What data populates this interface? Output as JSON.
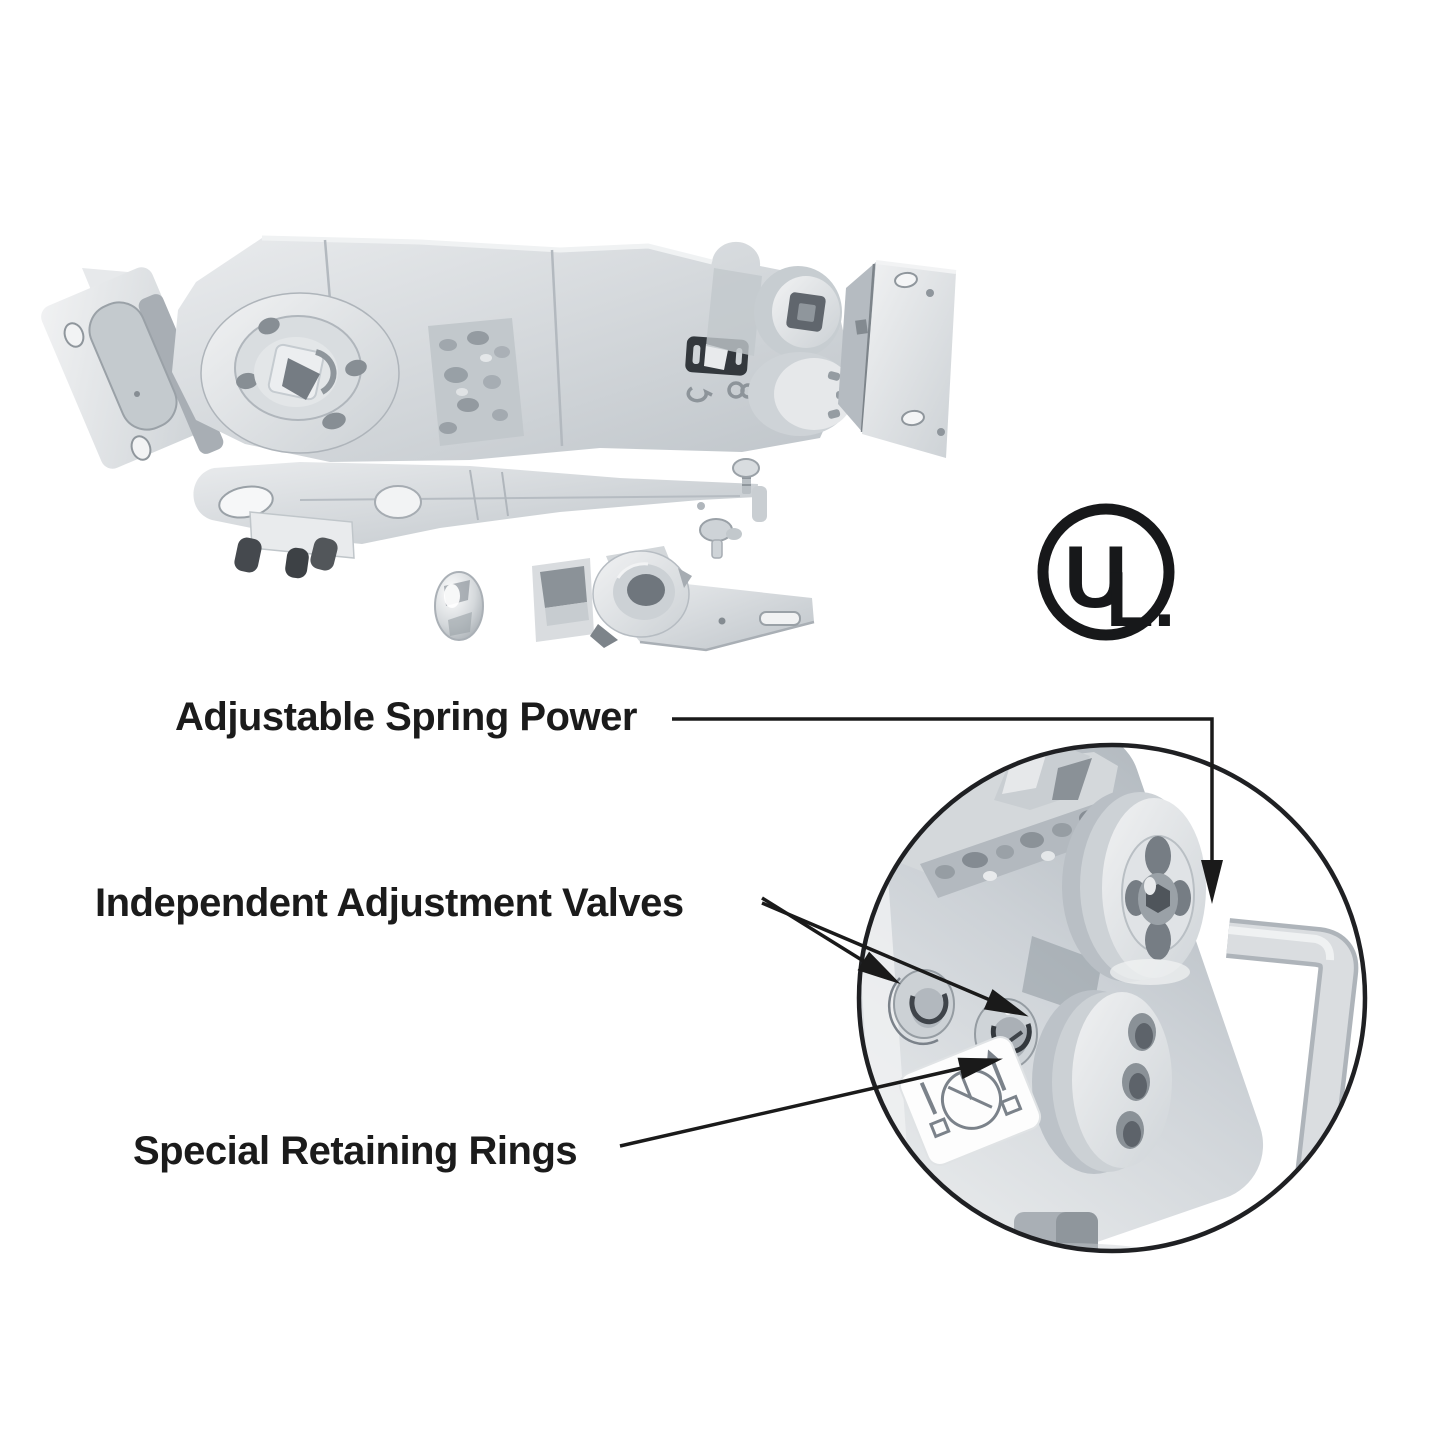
{
  "callouts": {
    "spring_power": "Adjustable Spring Power",
    "valves": "Independent Adjustment Valves",
    "rings": "Special Retaining Rings"
  },
  "certification": {
    "mark": "ul-listed-mark",
    "letter_u": "U",
    "letter_l": "L."
  },
  "colors": {
    "background": "#ffffff",
    "callout_line": "#1a1a1a",
    "label_text": "#1b1b1b",
    "ul_mark": "#17181a",
    "metal_light": "#eef0f1",
    "metal_mid": "#c9ced2",
    "metal_dark": "#9aa1a7",
    "rubber_dark": "#45494e"
  }
}
